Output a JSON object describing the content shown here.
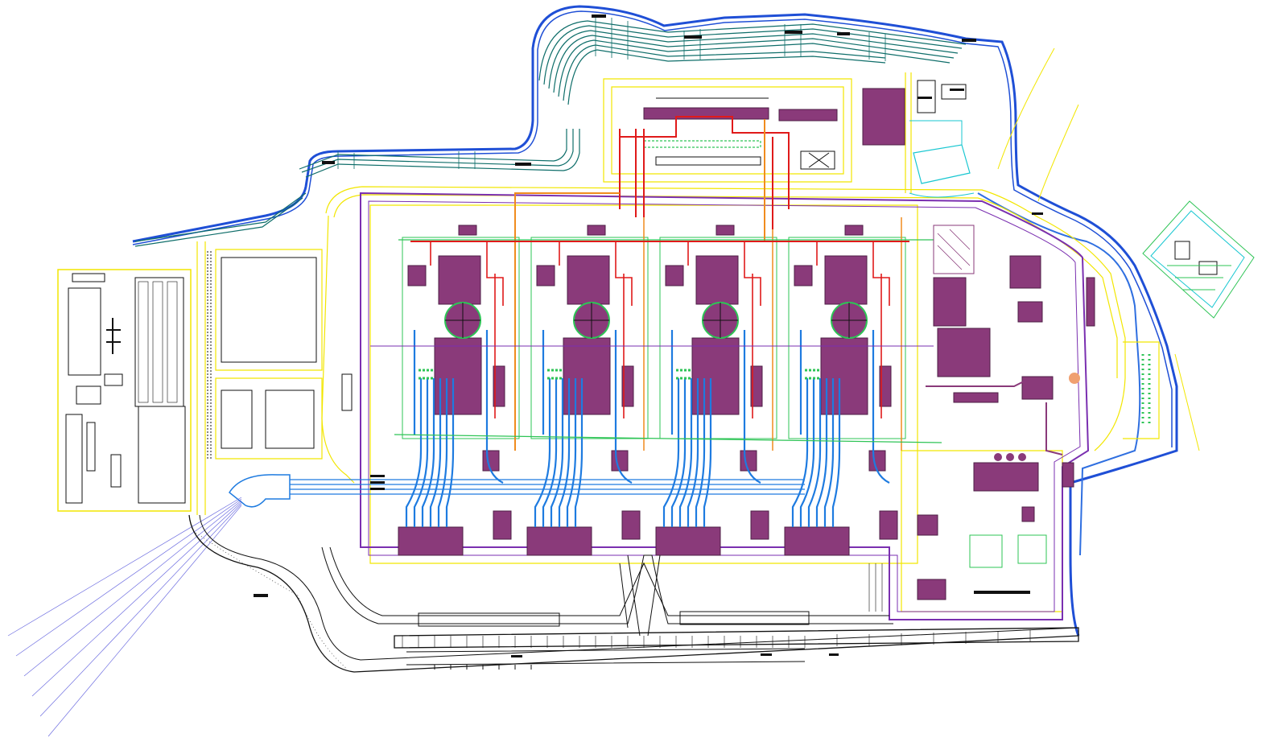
{
  "drawing": {
    "background": "#ffffff",
    "colors": {
      "boundary": "#1f4fd6",
      "boundary_inner": "#2f6fe0",
      "rail": "#0f6e6a",
      "road": "#f2e600",
      "building_fill": "#8a3a7a",
      "building_line": "#4d1f46",
      "pipe_blue": "#1e7be0",
      "pipe_red": "#e01a1a",
      "pipe_orange": "#f08c1e",
      "purple_line": "#7a2fb0",
      "green_line": "#2ec456",
      "cyan_line": "#19c7d1",
      "black": "#111111"
    },
    "units": [
      {
        "key": "unit-1"
      },
      {
        "key": "unit-2"
      },
      {
        "key": "unit-3"
      },
      {
        "key": "unit-4"
      }
    ]
  }
}
